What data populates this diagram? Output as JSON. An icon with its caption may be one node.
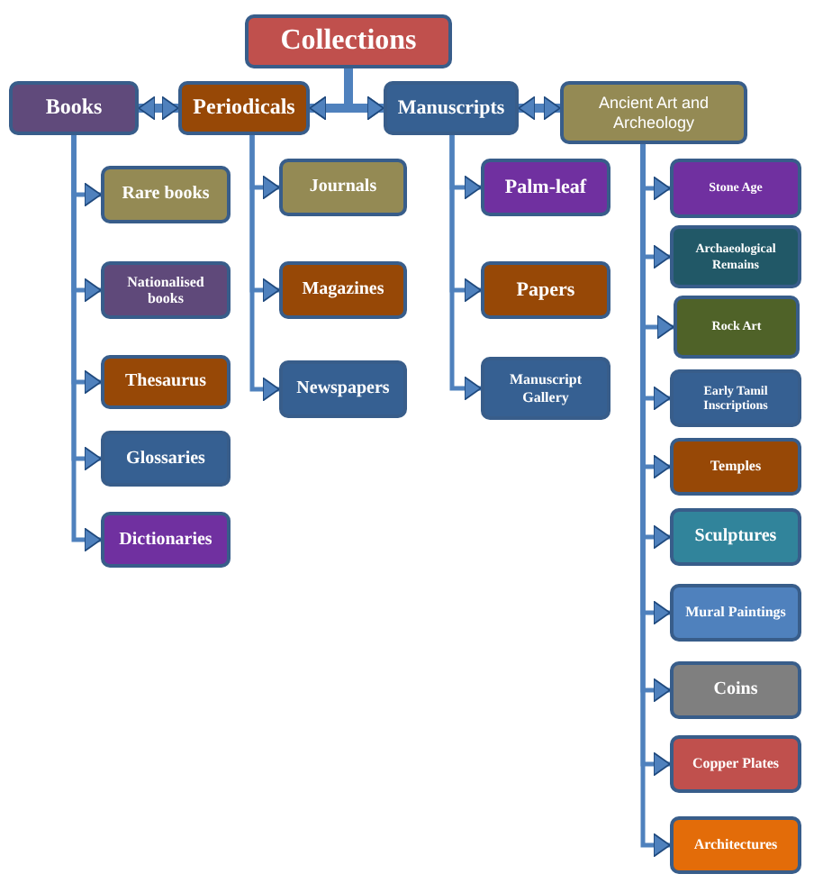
{
  "diagram": {
    "nodes": [
      {
        "text": [
          "Collections"
        ]
      },
      {
        "text": [
          "Books"
        ]
      },
      {
        "text": [
          "Periodicals"
        ]
      },
      {
        "text": [
          "Manuscripts"
        ]
      },
      {
        "text": [
          "Ancient Art and Archeology"
        ]
      },
      {
        "text": [
          "Rare books"
        ]
      },
      {
        "text": [
          "Nationalised books"
        ]
      },
      {
        "text": [
          "Thesaurus"
        ]
      },
      {
        "text": [
          "Glossaries"
        ]
      },
      {
        "text": [
          "Dictionaries"
        ]
      },
      {
        "text": [
          "Journals"
        ]
      },
      {
        "text": [
          "Magazines"
        ]
      },
      {
        "text": [
          "Newspapers"
        ]
      },
      {
        "text": [
          "Palm-leaf"
        ]
      },
      {
        "text": [
          "Papers"
        ]
      },
      {
        "text": [
          "Manuscript Gallery"
        ]
      },
      {
        "text": [
          "Stone Age"
        ]
      },
      {
        "text": [
          "Archaeological Remains"
        ]
      },
      {
        "text": [
          "Rock Art"
        ]
      },
      {
        "text": [
          "Early Tamil Inscriptions"
        ]
      },
      {
        "text": [
          "Temples"
        ]
      },
      {
        "text": [
          "Sculptures"
        ]
      },
      {
        "text": [
          "Mural Paintings"
        ]
      },
      {
        "text": [
          "Coins"
        ]
      },
      {
        "text": [
          "Copper Plates"
        ]
      },
      {
        "text": [
          "Architectures"
        ]
      }
    ],
    "edges": [
      {
        "from": 0,
        "to": 2,
        "arrow": "to",
        "style": "thick"
      },
      {
        "from": 0,
        "to": 3,
        "arrow": "to",
        "style": "thick"
      },
      {
        "from": 1,
        "to": 2,
        "arrow": "both",
        "style": "thick"
      },
      {
        "from": 2,
        "to": 3,
        "arrow": "both",
        "style": "thick"
      },
      {
        "from": 3,
        "to": 4,
        "arrow": "both",
        "style": "thick"
      },
      {
        "from": 1,
        "to": 5,
        "arrow": "to"
      },
      {
        "from": 1,
        "to": 6,
        "arrow": "to"
      },
      {
        "from": 1,
        "to": 7,
        "arrow": "to"
      },
      {
        "from": 1,
        "to": 8,
        "arrow": "to"
      },
      {
        "from": 1,
        "to": 9,
        "arrow": "to"
      },
      {
        "from": 2,
        "to": 10,
        "arrow": "to"
      },
      {
        "from": 2,
        "to": 11,
        "arrow": "to"
      },
      {
        "from": 2,
        "to": 12,
        "arrow": "to"
      },
      {
        "from": 3,
        "to": 13,
        "arrow": "to"
      },
      {
        "from": 3,
        "to": 14,
        "arrow": "to"
      },
      {
        "from": 3,
        "to": 15,
        "arrow": "to"
      },
      {
        "from": 4,
        "to": 16,
        "arrow": "to"
      },
      {
        "from": 4,
        "to": 17,
        "arrow": "to"
      },
      {
        "from": 4,
        "to": 18,
        "arrow": "to"
      },
      {
        "from": 4,
        "to": 19,
        "arrow": "to"
      },
      {
        "from": 4,
        "to": 20,
        "arrow": "to"
      },
      {
        "from": 4,
        "to": 21,
        "arrow": "to"
      },
      {
        "from": 4,
        "to": 22,
        "arrow": "to"
      },
      {
        "from": 4,
        "to": 23,
        "arrow": "to"
      },
      {
        "from": 4,
        "to": 24,
        "arrow": "to"
      },
      {
        "from": 4,
        "to": 25,
        "arrow": "to"
      }
    ]
  }
}
